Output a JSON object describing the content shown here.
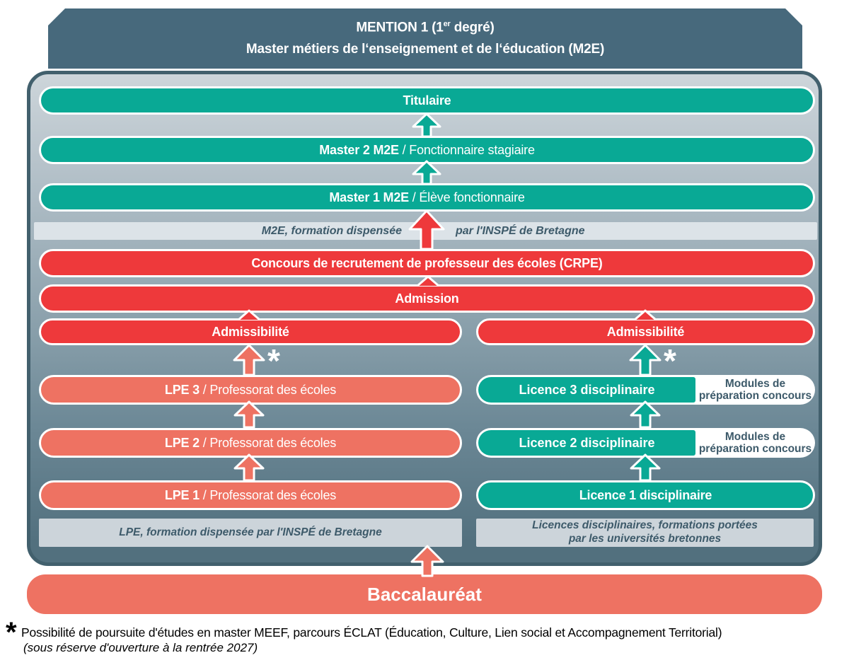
{
  "colors": {
    "green": "#09a995",
    "red": "#ee393b",
    "salmon": "#ee7262",
    "slate": "#47697c",
    "border-slate": "#42606d",
    "bg-top": "#cdd5da",
    "bg-bottom": "#52707e",
    "note-bg": "#ccd4da",
    "note-bg-light": "#dce3e8",
    "note-text": "#3d5a6a"
  },
  "header": {
    "title_prefix": "MENTION 1 (1",
    "title_sup": "er",
    "title_suffix": " degré)",
    "subtitle": "Master métiers de l‘enseignement et de l‘éducation (M2E)"
  },
  "top_bars": {
    "titulaire": "Titulaire",
    "master2_bold": "Master 2 M2E",
    "master2_rest": " / Fonctionnaire stagiaire",
    "master1_bold": "Master 1 M2E",
    "master1_rest": " / Élève fonctionnaire"
  },
  "m2e_note": {
    "part1": "M2E, formation dispensée",
    "part2": "par l'INSPÉ de Bretagne"
  },
  "exam_bars": {
    "crpe": "Concours de recrutement de professeur des écoles (CRPE)",
    "admission": "Admission",
    "admissibilite_left": "Admissibilité",
    "admissibilite_right": "Admissibilité"
  },
  "lpe_bars": [
    {
      "bold": "LPE 3",
      "rest": " / Professorat des écoles"
    },
    {
      "bold": "LPE 2",
      "rest": " / Professorat des écoles"
    },
    {
      "bold": "LPE 1",
      "rest": " / Professorat des écoles"
    }
  ],
  "licence_bars": [
    {
      "label": "Licence 3 disciplinaire",
      "modules_line1": "Modules de",
      "modules_line2": "préparation concours"
    },
    {
      "label": "Licence 2 disciplinaire",
      "modules_line1": "Modules de",
      "modules_line2": "préparation concours"
    },
    {
      "label": "Licence 1 disciplinaire"
    }
  ],
  "bottom_notes": {
    "lpe": "LPE, formation dispensée par l'INSPÉ de Bretagne",
    "licence_line1": "Licences disciplinaires, formations portées",
    "licence_line2": "par les universités bretonnes"
  },
  "asterisk": "*",
  "baccalaureat": "Baccalauréat",
  "footnote": {
    "asterisk": "*",
    "line1": "Possibilité de poursuite d'études en master MEEF, parcours ÉCLAT (Éducation, Culture, Lien social et Accompagnement Territorial)",
    "line2": "(sous réserve d'ouverture à la rentrée 2027)"
  }
}
